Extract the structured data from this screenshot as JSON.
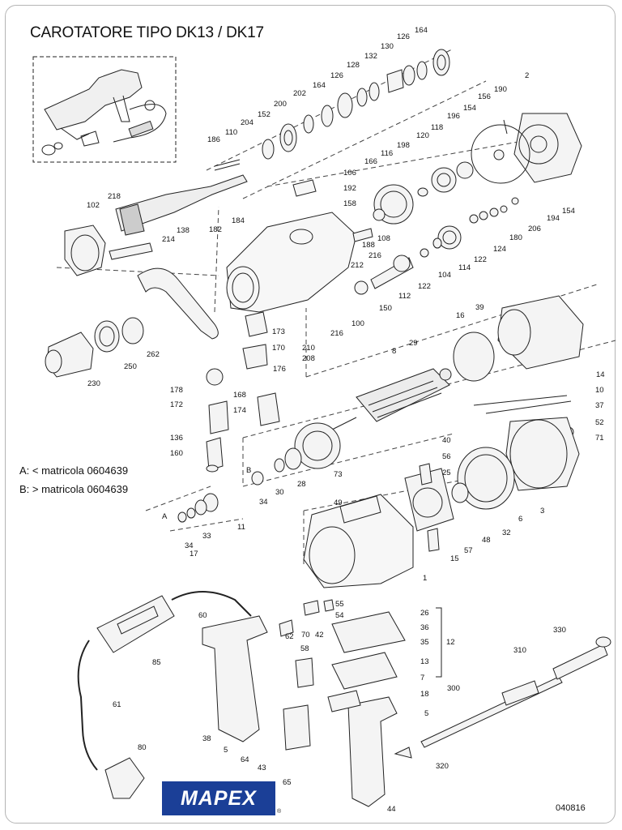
{
  "title": "CAROTATORE TIPO DK13 / DK17",
  "legend": {
    "a": "A: < matricola 0604639",
    "b": "B: > matricola 0604639"
  },
  "logo": "MAPEX",
  "logo_reg": "®",
  "code": "040816",
  "parts": [
    {
      "id": "p164a",
      "label": "164"
    },
    {
      "id": "p126a",
      "label": "126"
    },
    {
      "id": "p130",
      "label": "130"
    },
    {
      "id": "p132",
      "label": "132"
    },
    {
      "id": "p128",
      "label": "128"
    },
    {
      "id": "p126b",
      "label": "126"
    },
    {
      "id": "p164b",
      "label": "164"
    },
    {
      "id": "p202",
      "label": "202"
    },
    {
      "id": "p200",
      "label": "200"
    },
    {
      "id": "p152",
      "label": "152"
    },
    {
      "id": "p204",
      "label": "204"
    },
    {
      "id": "p186",
      "label": "186"
    },
    {
      "id": "p110",
      "label": "110"
    },
    {
      "id": "p2",
      "label": "2"
    },
    {
      "id": "p190",
      "label": "190"
    },
    {
      "id": "p156",
      "label": "156"
    },
    {
      "id": "p154a",
      "label": "154"
    },
    {
      "id": "p196",
      "label": "196"
    },
    {
      "id": "p118",
      "label": "118"
    },
    {
      "id": "p120",
      "label": "120"
    },
    {
      "id": "p198",
      "label": "198"
    },
    {
      "id": "p116",
      "label": "116"
    },
    {
      "id": "p166",
      "label": "166"
    },
    {
      "id": "p106",
      "label": "106"
    },
    {
      "id": "p192",
      "label": "192"
    },
    {
      "id": "p158",
      "label": "158"
    },
    {
      "id": "p102",
      "label": "102"
    },
    {
      "id": "p218",
      "label": "218"
    },
    {
      "id": "p182",
      "label": "182"
    },
    {
      "id": "p184",
      "label": "184"
    },
    {
      "id": "p138",
      "label": "138"
    },
    {
      "id": "p214",
      "label": "214"
    },
    {
      "id": "p108",
      "label": "108"
    },
    {
      "id": "p188",
      "label": "188"
    },
    {
      "id": "p216a",
      "label": "216"
    },
    {
      "id": "p212",
      "label": "212"
    },
    {
      "id": "p154b",
      "label": "154"
    },
    {
      "id": "p194",
      "label": "194"
    },
    {
      "id": "p206",
      "label": "206"
    },
    {
      "id": "p180",
      "label": "180"
    },
    {
      "id": "p124",
      "label": "124"
    },
    {
      "id": "p122a",
      "label": "122"
    },
    {
      "id": "p114",
      "label": "114"
    },
    {
      "id": "p104",
      "label": "104"
    },
    {
      "id": "p122b",
      "label": "122"
    },
    {
      "id": "p112",
      "label": "112"
    },
    {
      "id": "p150",
      "label": "150"
    },
    {
      "id": "p100",
      "label": "100"
    },
    {
      "id": "p173",
      "label": "173"
    },
    {
      "id": "p216b",
      "label": "216"
    },
    {
      "id": "p210",
      "label": "210"
    },
    {
      "id": "p208",
      "label": "208"
    },
    {
      "id": "p170",
      "label": "170"
    },
    {
      "id": "p176",
      "label": "176"
    },
    {
      "id": "p262",
      "label": "262"
    },
    {
      "id": "p250",
      "label": "250"
    },
    {
      "id": "p230",
      "label": "230"
    },
    {
      "id": "p16",
      "label": "16"
    },
    {
      "id": "p39",
      "label": "39"
    },
    {
      "id": "p29",
      "label": "29"
    },
    {
      "id": "p8",
      "label": "8"
    },
    {
      "id": "p14",
      "label": "14"
    },
    {
      "id": "p10",
      "label": "10"
    },
    {
      "id": "p37",
      "label": "37"
    },
    {
      "id": "p52",
      "label": "52"
    },
    {
      "id": "p71",
      "label": "71"
    },
    {
      "id": "p178",
      "label": "178"
    },
    {
      "id": "p168",
      "label": "168"
    },
    {
      "id": "p172",
      "label": "172"
    },
    {
      "id": "p174",
      "label": "174"
    },
    {
      "id": "p136",
      "label": "136"
    },
    {
      "id": "p160",
      "label": "160"
    },
    {
      "id": "p40",
      "label": "40"
    },
    {
      "id": "p56",
      "label": "56"
    },
    {
      "id": "p25",
      "label": "25"
    },
    {
      "id": "p73",
      "label": "73"
    },
    {
      "id": "p28",
      "label": "28"
    },
    {
      "id": "p30",
      "label": "30"
    },
    {
      "id": "p34a",
      "label": "34"
    },
    {
      "id": "pB",
      "label": "B"
    },
    {
      "id": "p6",
      "label": "6"
    },
    {
      "id": "p3",
      "label": "3"
    },
    {
      "id": "p49",
      "label": "49"
    },
    {
      "id": "p32",
      "label": "32"
    },
    {
      "id": "p48",
      "label": "48"
    },
    {
      "id": "p57",
      "label": "57"
    },
    {
      "id": "p15",
      "label": "15"
    },
    {
      "id": "p1",
      "label": "1"
    },
    {
      "id": "pA",
      "label": "A"
    },
    {
      "id": "p11",
      "label": "11"
    },
    {
      "id": "p33",
      "label": "33"
    },
    {
      "id": "p34b",
      "label": "34"
    },
    {
      "id": "p17",
      "label": "17"
    },
    {
      "id": "p60",
      "label": "60"
    },
    {
      "id": "p55",
      "label": "55"
    },
    {
      "id": "p54",
      "label": "54"
    },
    {
      "id": "p26",
      "label": "26"
    },
    {
      "id": "p70",
      "label": "70"
    },
    {
      "id": "p42",
      "label": "42"
    },
    {
      "id": "p36",
      "label": "36"
    },
    {
      "id": "p35",
      "label": "35"
    },
    {
      "id": "p12",
      "label": "12"
    },
    {
      "id": "p62",
      "label": "62"
    },
    {
      "id": "p58",
      "label": "58"
    },
    {
      "id": "p13",
      "label": "13"
    },
    {
      "id": "p7",
      "label": "7"
    },
    {
      "id": "p18",
      "label": "18"
    },
    {
      "id": "p85",
      "label": "85"
    },
    {
      "id": "p330",
      "label": "330"
    },
    {
      "id": "p310",
      "label": "310"
    },
    {
      "id": "p300",
      "label": "300"
    },
    {
      "id": "p61",
      "label": "61"
    },
    {
      "id": "p5a",
      "label": "5"
    },
    {
      "id": "p38",
      "label": "38"
    },
    {
      "id": "p5b",
      "label": "5"
    },
    {
      "id": "p64",
      "label": "64"
    },
    {
      "id": "p43",
      "label": "43"
    },
    {
      "id": "p65",
      "label": "65"
    },
    {
      "id": "p80",
      "label": "80"
    },
    {
      "id": "p320",
      "label": "320"
    },
    {
      "id": "p44",
      "label": "44"
    }
  ]
}
